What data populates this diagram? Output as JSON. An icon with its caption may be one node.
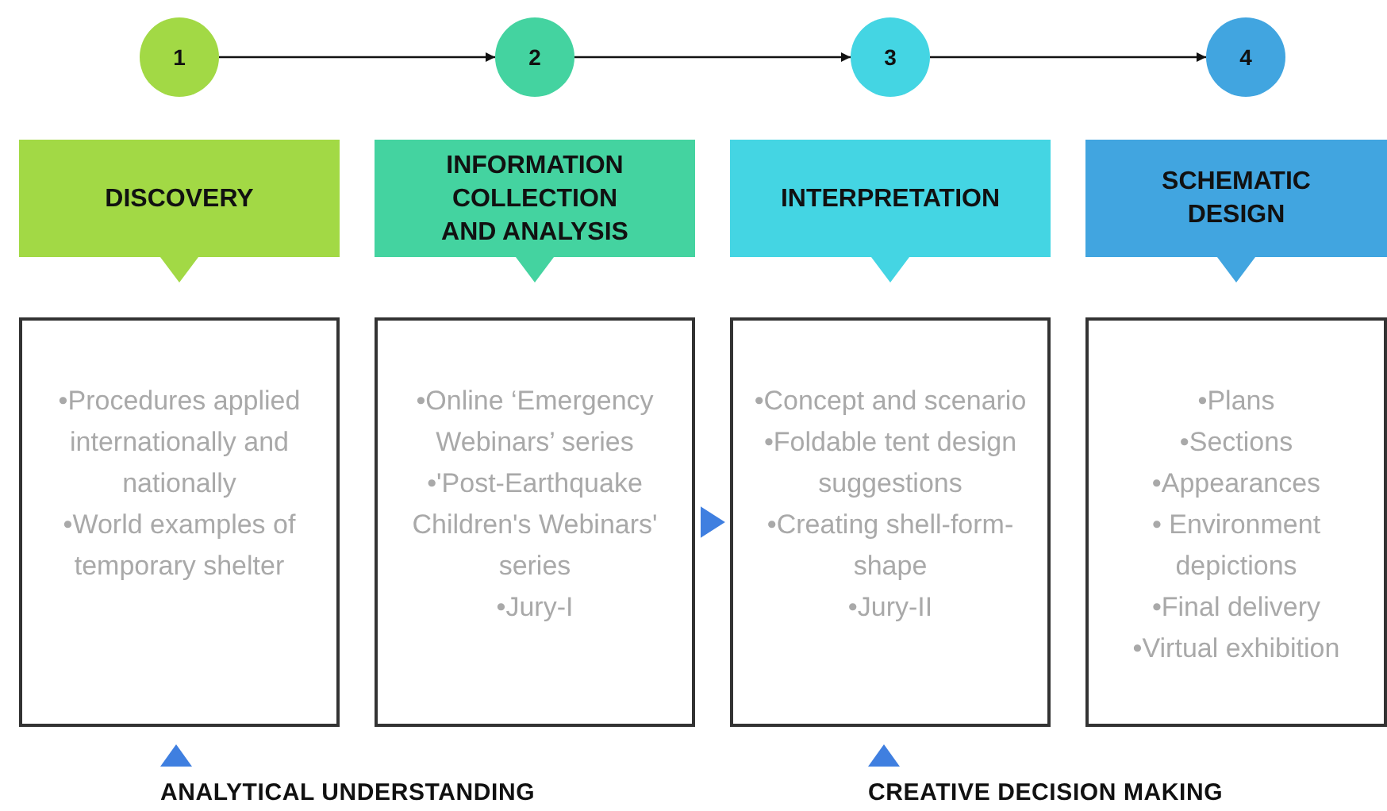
{
  "diagram": {
    "nodes": [
      {
        "text": [
          "1"
        ]
      },
      {
        "text": [
          "2"
        ]
      },
      {
        "text": [
          "3"
        ]
      },
      {
        "text": [
          "4"
        ]
      },
      {
        "text": [
          "DISCOVERY"
        ]
      },
      {
        "text": [
          "INFORMATION COLLECTION AND ANALYSIS"
        ]
      },
      {
        "text": [
          "INTERPRETATION"
        ]
      },
      {
        "text": [
          "SCHEMATIC DESIGN"
        ]
      },
      {
        "text": [
          "•Procedures applied internationally and nationally",
          "•World examples of temporary shelter"
        ]
      },
      {
        "text": [
          "•Online ‘Emergency Webinars’ series",
          "•'Post-Earthquake Children's Webinars' series",
          "•Jury-I"
        ]
      },
      {
        "text": [
          "•Concept and scenario",
          "•Foldable tent design suggestions",
          "•Creating shell-form-shape",
          "•Jury-II"
        ]
      },
      {
        "text": [
          "•Plans",
          "•Sections",
          "•Appearances",
          "• Environment depictions",
          "•Final delivery",
          "•Virtual exhibition"
        ]
      }
    ],
    "edges": [
      {
        "from": 0,
        "to": 1,
        "arrow": "to"
      },
      {
        "from": 1,
        "to": 2,
        "arrow": "to"
      },
      {
        "from": 2,
        "to": 3,
        "arrow": "to"
      },
      {
        "from": 9,
        "to": 10,
        "arrow": "to",
        "style": "thick",
        "color": "#3f7fe0"
      }
    ],
    "labels": [
      "ANALYTICAL UNDERSTANDING",
      "CREATIVE DECISION MAKING"
    ]
  }
}
